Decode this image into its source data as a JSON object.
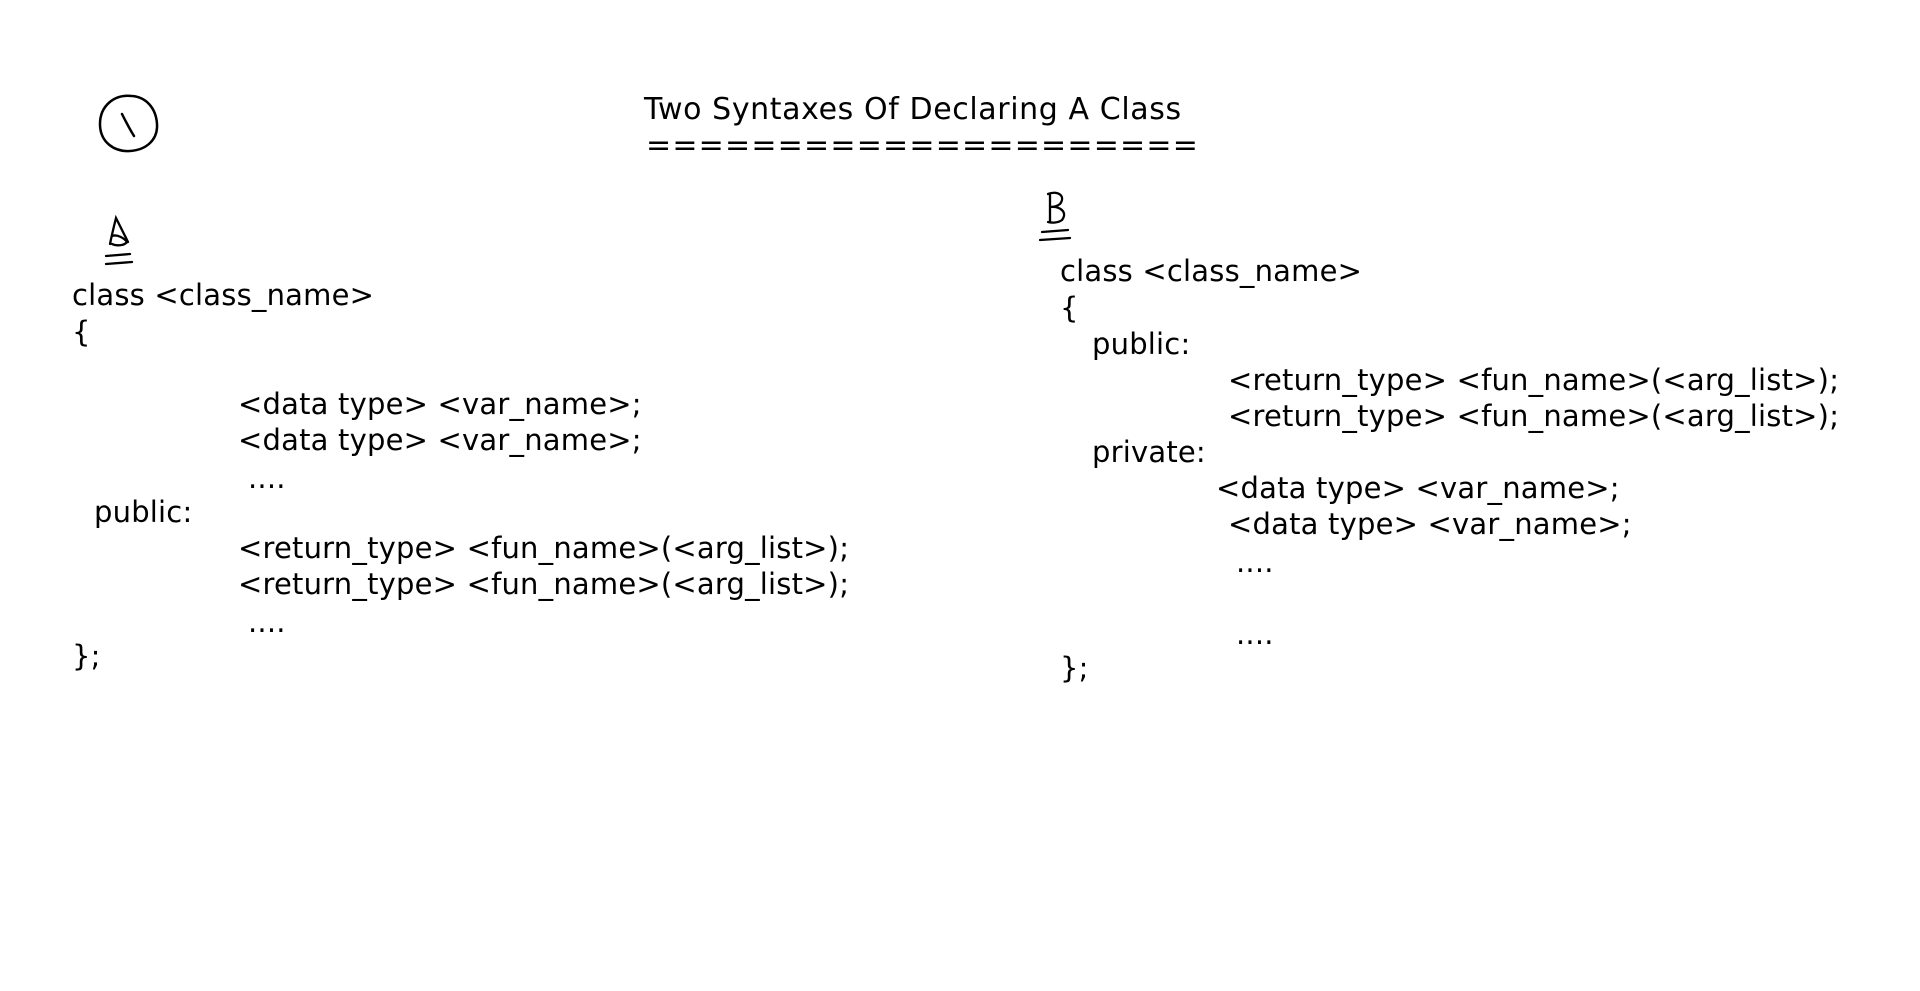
{
  "title": {
    "text": "Two Syntaxes Of Declaring A Class",
    "underline": "====================="
  },
  "annotations": {
    "number_marker": "1",
    "syntax_a_marker": "A",
    "syntax_b_marker": "B"
  },
  "syntax_a": {
    "lines": [
      "class <class_name>",
      "{",
      "<data type> <var_name>;",
      "<data type> <var_name>;",
      "....",
      "public:",
      "<return_type> <fun_name>(<arg_list>);",
      "<return_type> <fun_name>(<arg_list>);",
      "....",
      "};"
    ]
  },
  "syntax_b": {
    "lines": [
      "class <class_name>",
      "{",
      "public:",
      "<return_type> <fun_name>(<arg_list>);",
      "<return_type> <fun_name>(<arg_list>);",
      "private:",
      "<data type> <var_name>;",
      "<data type> <var_name>;",
      "....",
      "....",
      "};"
    ]
  }
}
